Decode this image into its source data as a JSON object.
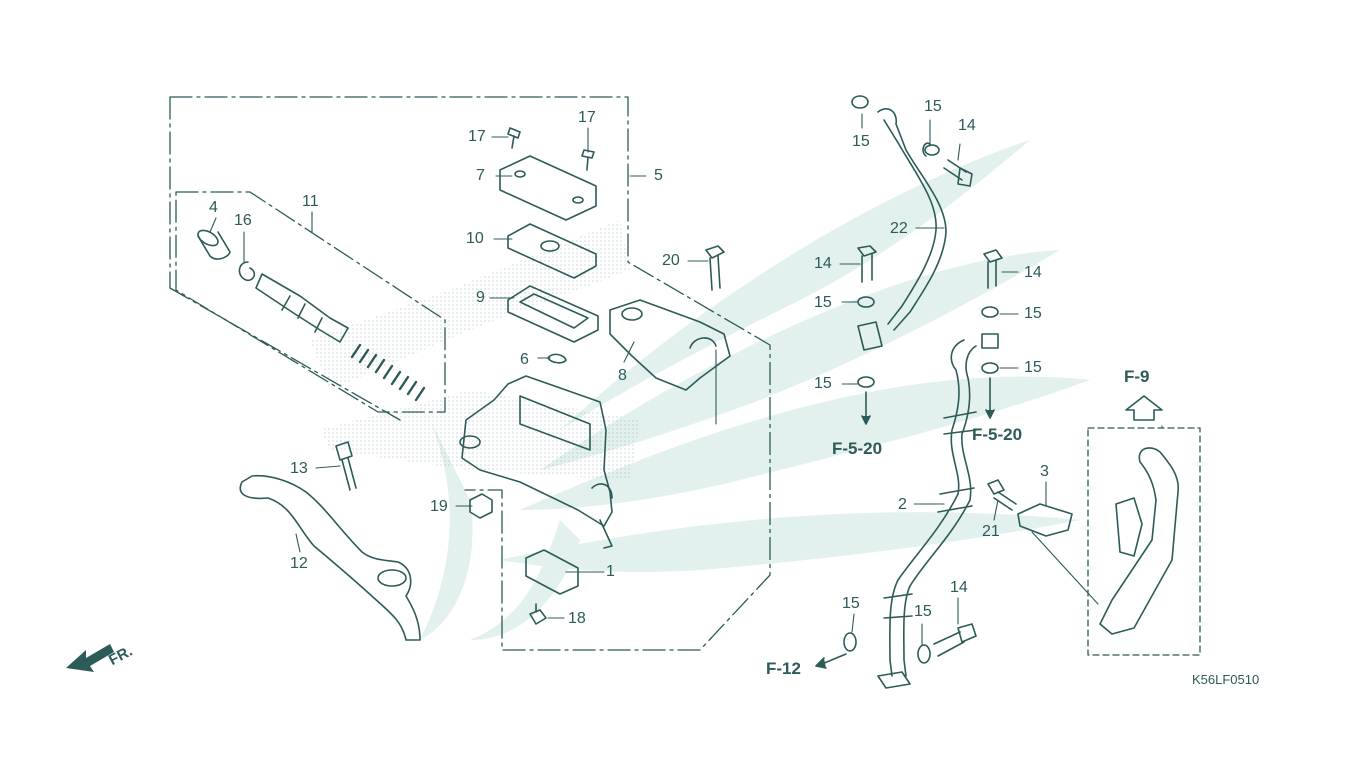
{
  "colors": {
    "line": "#2c5b58",
    "watermark": "#dff0ec",
    "dots": "#9fb5b3",
    "background": "#ffffff"
  },
  "labels": {
    "p1": "1",
    "p2": "2",
    "p3": "3",
    "p4": "4",
    "p5": "5",
    "p6": "6",
    "p7": "7",
    "p8": "8",
    "p9": "9",
    "p10": "10",
    "p11": "11",
    "p12": "12",
    "p13": "13",
    "p14a": "14",
    "p14b": "14",
    "p14c": "14",
    "p14d": "14",
    "p15a": "15",
    "p15b": "15",
    "p15c": "15",
    "p15d": "15",
    "p15e": "15",
    "p15f": "15",
    "p15g": "15",
    "p15h": "15",
    "p16": "16",
    "p17a": "17",
    "p17b": "17",
    "p18": "18",
    "p19": "19",
    "p20": "20",
    "p21": "21",
    "p22": "22"
  },
  "references": {
    "f520_left": "F-5-20",
    "f520_right": "F-5-20",
    "f12": "F-12",
    "f9": "F-9"
  },
  "direction": "FR.",
  "diagram_code": "K56LF0510",
  "watermark_icon": "wing-logo-icon"
}
